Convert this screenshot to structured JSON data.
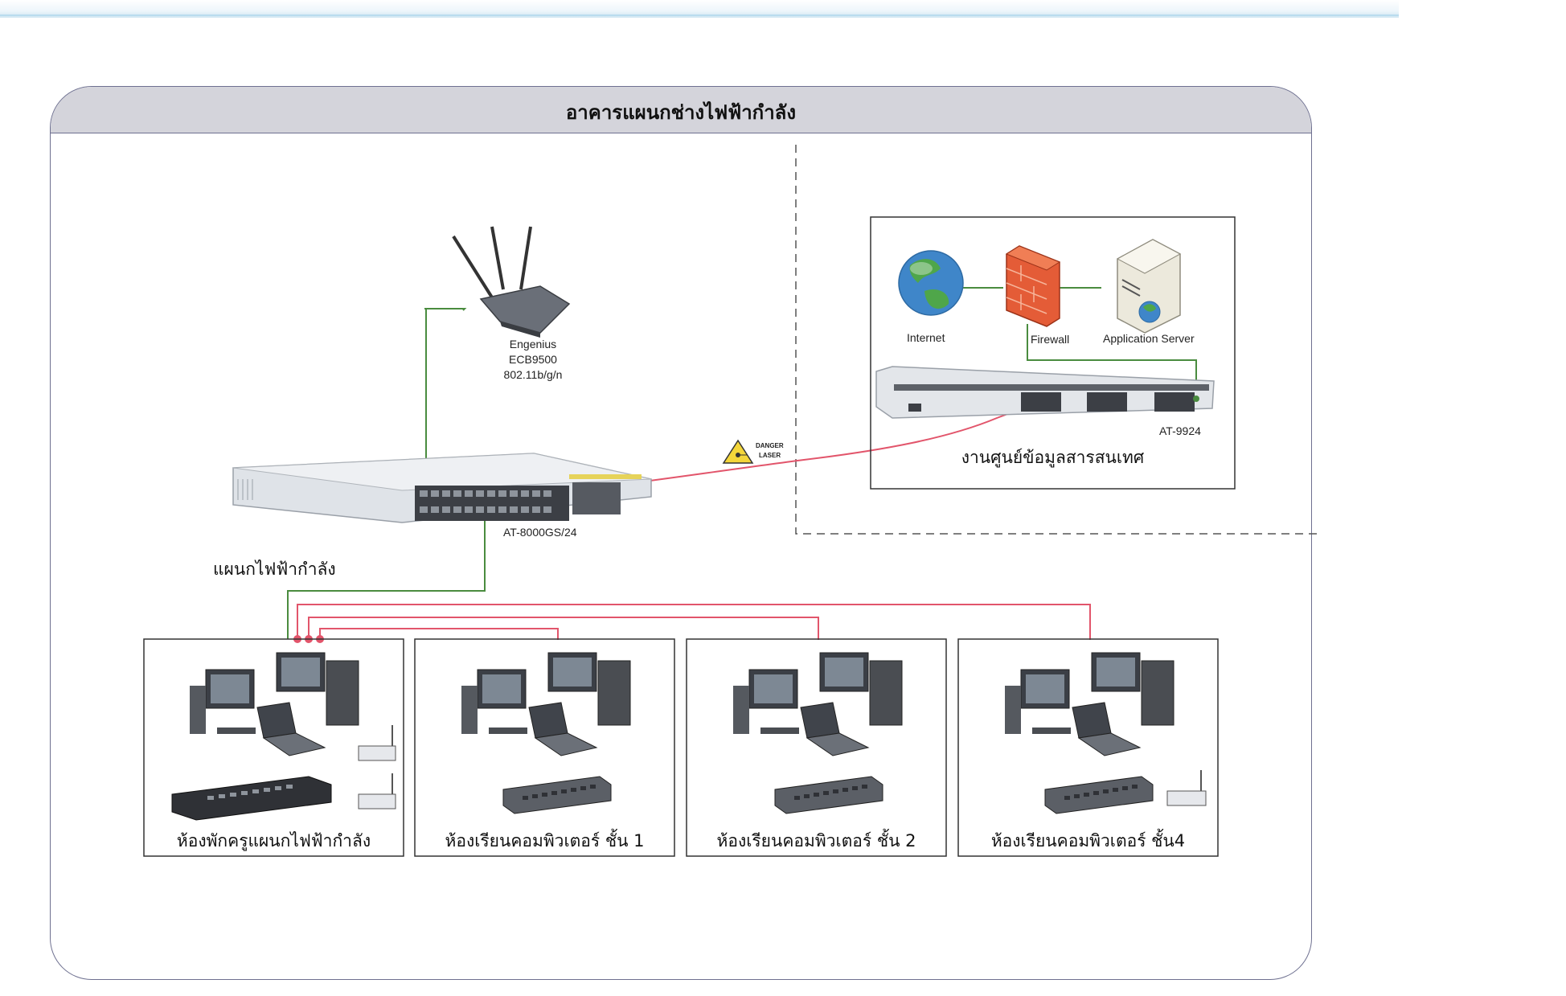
{
  "header": {
    "title": "อาคารแผนกช่างไฟฟ้ากำลัง"
  },
  "nodes": {
    "access_point": {
      "line1": "Engenius",
      "line2": "ECB9500",
      "line3": "802.11b/g/n"
    },
    "core_switch": {
      "label": "AT-8000GS/24"
    },
    "department_label": "แผนกไฟฟ้ากำลัง",
    "laser_sign": {
      "line1": "DANGER",
      "line2": "LASER"
    },
    "datacenter": {
      "internet": "Internet",
      "firewall": "Firewall",
      "app_server": "Application Server",
      "switch_model": "AT-9924",
      "title": "งานศูนย์ข้อมูลสารสนเทศ"
    }
  },
  "rooms": [
    {
      "label": "ห้องพักครูแผนกไฟฟ้ากำลัง"
    },
    {
      "label": "ห้องเรียนคอมพิวเตอร์ ชั้น 1"
    },
    {
      "label": "ห้องเรียนคอมพิวเตอร์ ชั้น 2"
    },
    {
      "label": "ห้องเรียนคอมพิวเตอร์ ชั้น4"
    }
  ],
  "colors": {
    "copper_link": "#4a8c3f",
    "fiber_link": "#e2556b",
    "frame_border": "#6e7090",
    "header_fill": "#d4d4db"
  }
}
